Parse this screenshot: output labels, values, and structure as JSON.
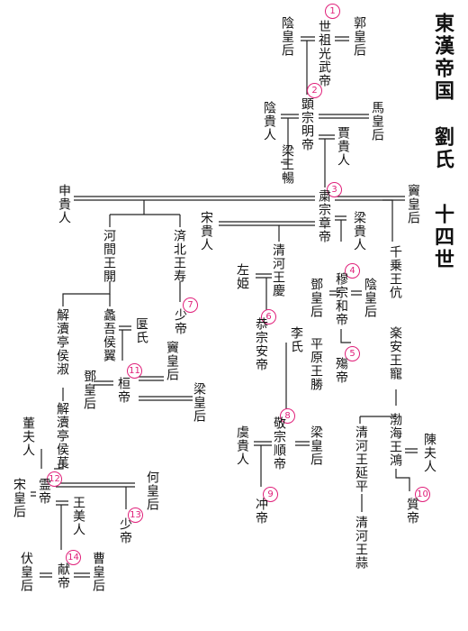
{
  "title": {
    "dynasty": "東漢帝国",
    "clan": "劉氏",
    "generations": "十四世"
  },
  "colors": {
    "number_circle": "#e0207a",
    "line": "#222222"
  },
  "emperors": [
    {
      "num": "1",
      "name": "世祖光武帝"
    },
    {
      "num": "2",
      "name": "顕宗明帝"
    },
    {
      "num": "3",
      "name": "粛宗章帝"
    },
    {
      "num": "4",
      "name": "穆宗和帝"
    },
    {
      "num": "5",
      "name": "殤帝"
    },
    {
      "num": "6",
      "name": "恭宗安帝"
    },
    {
      "num": "7",
      "name": "少帝"
    },
    {
      "num": "8",
      "name": "敬宗順帝"
    },
    {
      "num": "9",
      "name": "冲帝"
    },
    {
      "num": "10",
      "name": "質帝"
    },
    {
      "num": "11",
      "name": "桓帝"
    },
    {
      "num": "12",
      "name": "霊帝"
    },
    {
      "num": "13",
      "name": "少帝"
    },
    {
      "num": "14",
      "name": "献帝"
    }
  ],
  "people": {
    "yin_empress_1": "陰皇后",
    "guo_empress": "郭皇后",
    "yin_noble_lady": "陰貴人",
    "ma_empress": "馬皇后",
    "jia_noble_lady": "賈貴人",
    "prince_liang_chang": "梁王暢",
    "shen_noble_lady": "申貴人",
    "dou_empress": "竇皇后",
    "song_noble_lady": "宋貴人",
    "liang_noble_lady": "梁貴人",
    "prince_hejian_kai": "河間王開",
    "prince_jibei_shou": "済北王寿",
    "prince_qinghe_qing": "清河王慶",
    "zuo_ji": "左姫",
    "deng_empress": "鄧皇后",
    "yin_empress_2": "陰皇后",
    "prince_qiancheng_kang": "千乗王伉",
    "marquis_jiedu_shu": "解瀆亭侯淑",
    "marquis_liwu_yi": "蠡吾侯翼",
    "yan_shi": "匽氏",
    "dou_empress_2": "竇皇后",
    "li_shi": "李氏",
    "prince_pingyuan_sheng": "平原王勝",
    "prince_lean_chong": "楽安王寵",
    "deng_empress_2": "鄧皇后",
    "liang_empress_1": "梁皇后",
    "marquis_jiedu_chang": "解瀆亭侯萇",
    "dong_lady": "董夫人",
    "yu_noble_lady": "虞貴人",
    "liang_empress_2": "梁皇后",
    "prince_qinghe_yanping": "清河王延平",
    "prince_bohai_hong": "渤海王鴻",
    "chen_lady": "陳夫人",
    "song_empress": "宋皇后",
    "he_empress": "何皇后",
    "wang_beauty": "王美人",
    "prince_qinghe_suan": "清河王蒜",
    "fu_empress": "伏皇后",
    "cao_empress": "曹皇后"
  }
}
